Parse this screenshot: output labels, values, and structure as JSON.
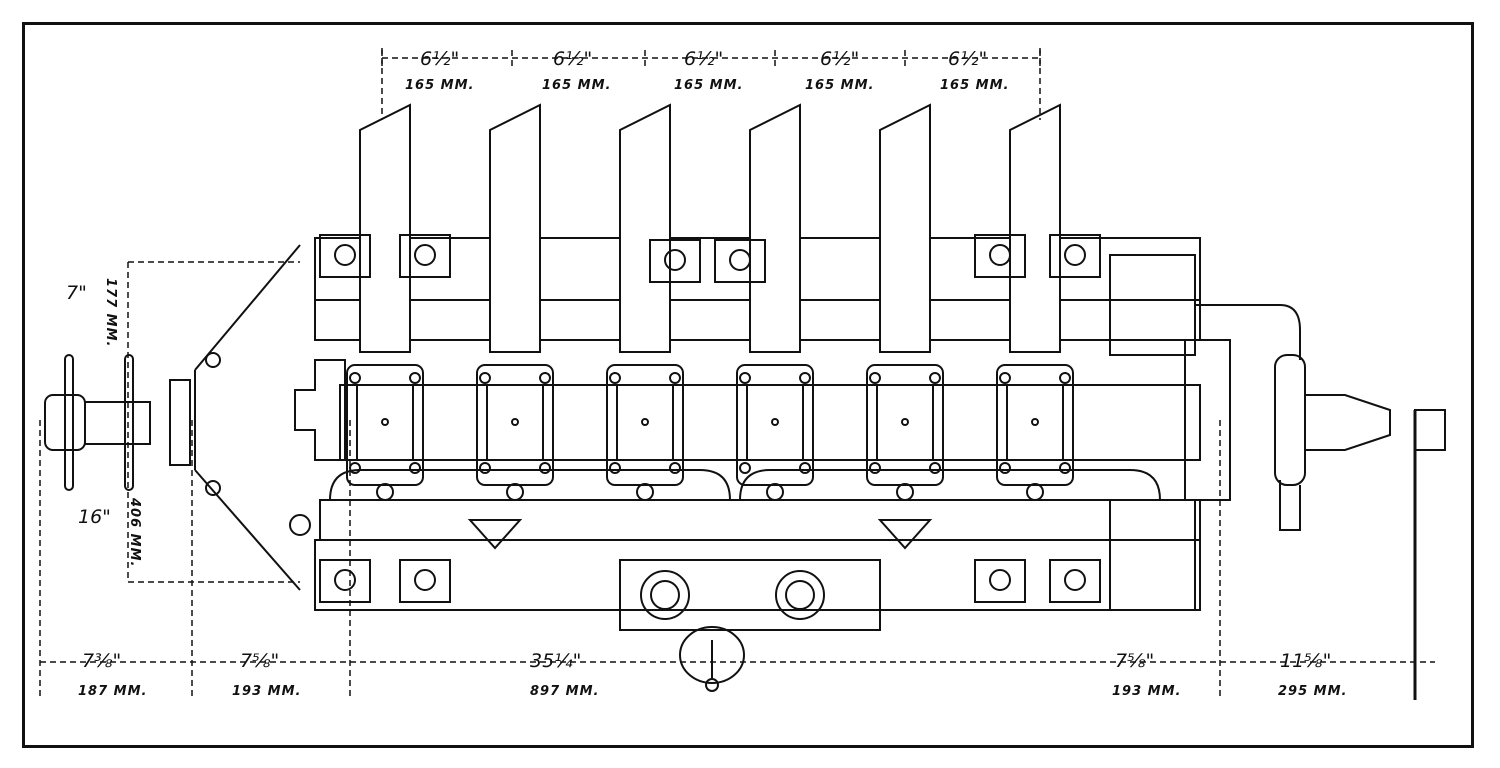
{
  "top_dimensions": [
    {
      "inches": "6½\"",
      "mm": "165 MM."
    },
    {
      "inches": "6½\"",
      "mm": "165 MM."
    },
    {
      "inches": "6½\"",
      "mm": "165 MM."
    },
    {
      "inches": "6½\"",
      "mm": "165 MM."
    },
    {
      "inches": "6½\"",
      "mm": "165 MM."
    }
  ],
  "bottom_dimensions": [
    {
      "inches": "7⅜\"",
      "mm": "187 MM."
    },
    {
      "inches": "7⅝\"",
      "mm": "193 MM."
    },
    {
      "inches": "35¼\"",
      "mm": "897 MM."
    },
    {
      "inches": "7⅝\"",
      "mm": "193 MM."
    },
    {
      "inches": "11⅝\"",
      "mm": "295 MM."
    }
  ],
  "side_dimensions": [
    {
      "inches": "7\"",
      "mm": "177 MM."
    },
    {
      "inches": "16\"",
      "mm": "406 MM."
    }
  ],
  "colors": {
    "ink": "#111111",
    "paper": "#ffffff"
  }
}
